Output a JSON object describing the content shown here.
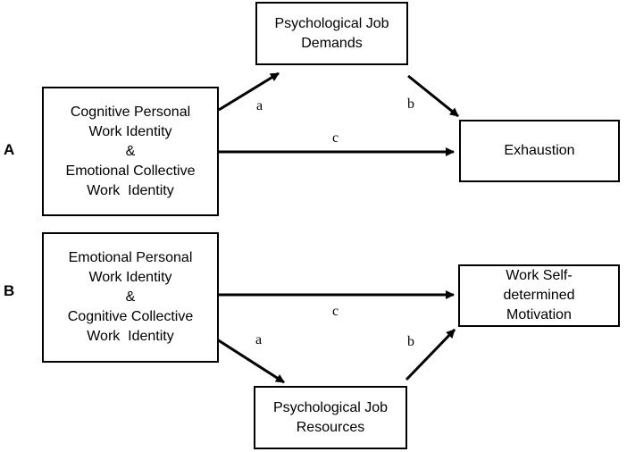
{
  "panels": {
    "a": "A",
    "b": "B"
  },
  "boxes": {
    "a_predictor": [
      "Cognitive Personal",
      "Work Identity",
      "&",
      "Emotional Collective",
      "Work  Identity"
    ],
    "a_mediator": [
      "Psychological Job",
      "Demands"
    ],
    "a_outcome": [
      "Exhaustion"
    ],
    "b_predictor": [
      "Emotional Personal",
      "Work Identity",
      "&",
      "Cognitive Collective",
      "Work  Identity"
    ],
    "b_mediator": [
      "Psychological Job",
      "Resources"
    ],
    "b_outcome": [
      "Work Self-",
      "determined",
      "Motivation"
    ]
  },
  "paths": {
    "a_path_a": "a",
    "a_path_b": "b",
    "a_path_c": "c",
    "b_path_a": "a",
    "b_path_b": "b",
    "b_path_c": "c"
  },
  "colors": {
    "stroke": "#000000",
    "background": "#ffffff"
  }
}
